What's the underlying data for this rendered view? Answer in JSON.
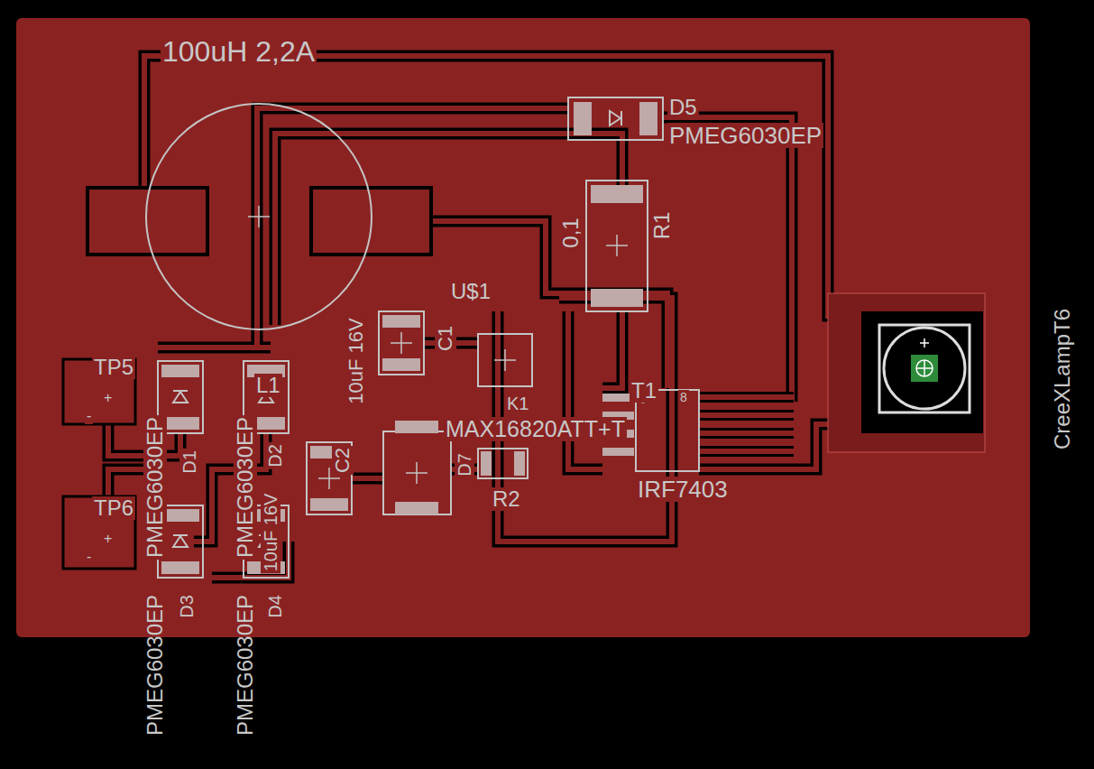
{
  "diagram": {
    "labels": [
      "100uH 2,2A",
      "D5",
      "PMEG6030EP",
      "0,1",
      "R1",
      "U$1",
      "C1",
      "10uF 16V",
      "CreeXLampT6",
      "TP5",
      "+",
      "-",
      "L1",
      "T1",
      "8",
      "MAX16820ATT+T",
      "K1",
      "D7",
      "R2",
      "IRF7403",
      "C2",
      "10uF 16V",
      "D2",
      "D1",
      "PMEG6030EP",
      "PMEG6030EP",
      "TP6",
      "+",
      "-",
      "PMEG6030EP",
      "D3",
      "PMEG6030EP",
      "D4"
    ]
  }
}
